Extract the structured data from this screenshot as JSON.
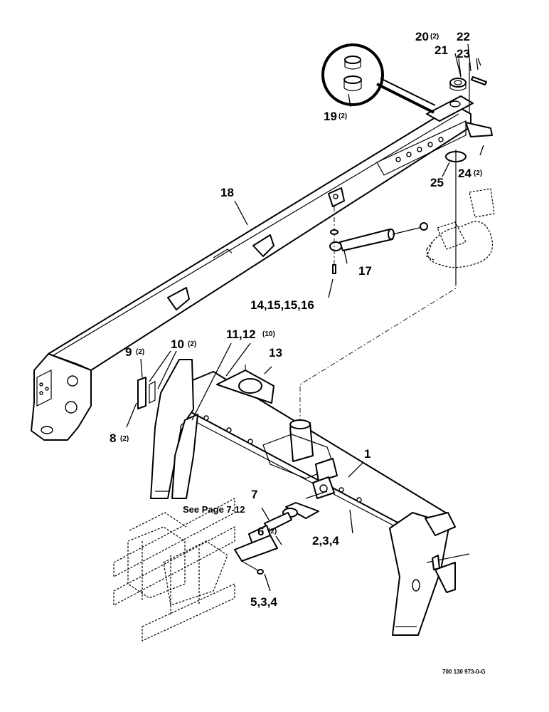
{
  "diagram": {
    "callouts": [
      {
        "id": "c1",
        "label": "1",
        "qty": ""
      },
      {
        "id": "c234",
        "label": "2,3,4",
        "qty": ""
      },
      {
        "id": "c534",
        "label": "5,3,4",
        "qty": ""
      },
      {
        "id": "c6",
        "label": "6",
        "qty": "(2)"
      },
      {
        "id": "c7",
        "label": "7",
        "qty": ""
      },
      {
        "id": "c8",
        "label": "8",
        "qty": "(2)"
      },
      {
        "id": "c9",
        "label": "9",
        "qty": "(2)"
      },
      {
        "id": "c10",
        "label": "10",
        "qty": "(2)"
      },
      {
        "id": "c1112",
        "label": "11,12",
        "qty": "(10)"
      },
      {
        "id": "c13",
        "label": "13",
        "qty": ""
      },
      {
        "id": "c14",
        "label": "14,15,15,16",
        "qty": ""
      },
      {
        "id": "c17",
        "label": "17",
        "qty": ""
      },
      {
        "id": "c18",
        "label": "18",
        "qty": ""
      },
      {
        "id": "c19",
        "label": "19",
        "qty": "(2)"
      },
      {
        "id": "c20",
        "label": "20",
        "qty": "(2)"
      },
      {
        "id": "c21",
        "label": "21",
        "qty": ""
      },
      {
        "id": "c22",
        "label": "22",
        "qty": ""
      },
      {
        "id": "c23",
        "label": "23",
        "qty": ""
      },
      {
        "id": "c24",
        "label": "24",
        "qty": "(2)"
      },
      {
        "id": "c25",
        "label": "25",
        "qty": ""
      }
    ],
    "note": "See Page 7-12",
    "drawing_code": "700 130 973-0-G"
  }
}
